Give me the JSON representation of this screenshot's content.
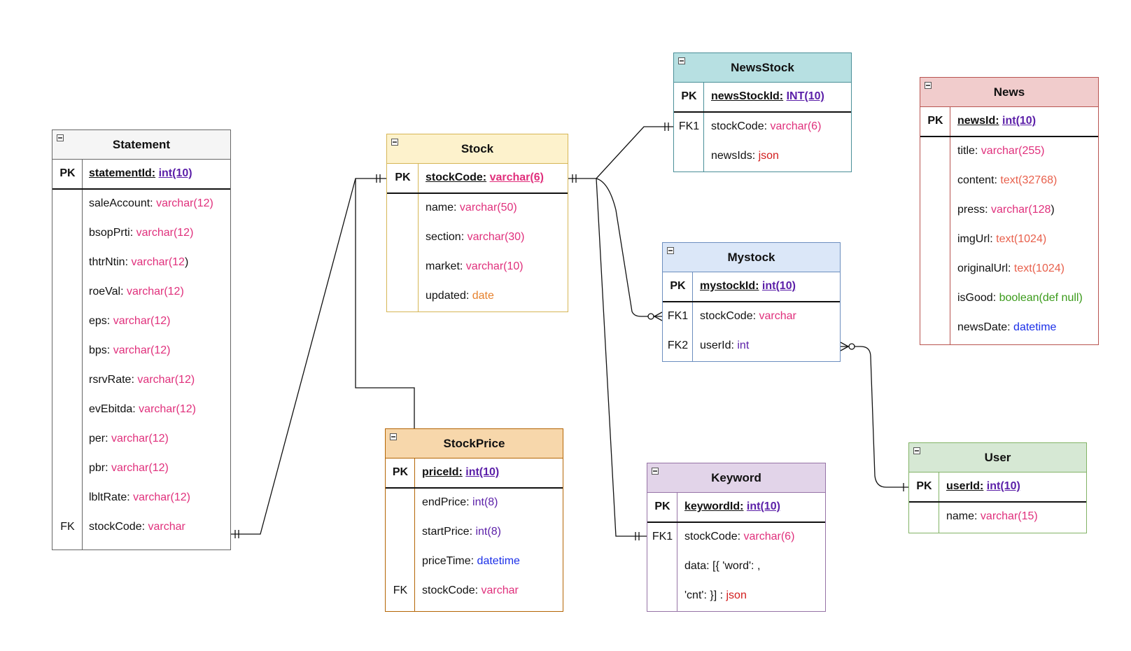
{
  "entities": {
    "statement": {
      "title": "Statement",
      "header_color": "#f5f5f5",
      "border_color": "#666666",
      "pk": {
        "key": "PK",
        "name": "statementId:",
        "type": "int(10)"
      },
      "fields": [
        {
          "key": "",
          "name": "saleAccount:",
          "type": "varchar(12)"
        },
        {
          "key": "",
          "name": "bsopPrti:",
          "type": "varchar(12)"
        },
        {
          "key": "",
          "name": "thtrNtin:",
          "type": "varchar(12",
          "suffix": ")"
        },
        {
          "key": "",
          "name": "roeVal:",
          "type": "varchar(12)"
        },
        {
          "key": "",
          "name": "eps:",
          "type": "varchar(12)"
        },
        {
          "key": "",
          "name": "bps:",
          "type": "varchar(12)"
        },
        {
          "key": "",
          "name": "rsrvRate:",
          "type": "varchar(12)"
        },
        {
          "key": "",
          "name": "evEbitda:",
          "type": "varchar(12)"
        },
        {
          "key": "",
          "name": "per:",
          "type": "varchar(12)"
        },
        {
          "key": "",
          "name": "pbr:",
          "type": "varchar(12)"
        },
        {
          "key": "",
          "name": "lbltRate:",
          "type": "varchar(12)"
        },
        {
          "key": "FK",
          "name": "stockCode:",
          "type": "varchar"
        }
      ]
    },
    "stock": {
      "title": "Stock",
      "header_color": "#fdf2cc",
      "border_color": "#d6b656",
      "pk": {
        "key": "PK",
        "name": "stockCode:",
        "type": "varchar(6)"
      },
      "fields": [
        {
          "key": "",
          "name": "name:",
          "type": "varchar(50)"
        },
        {
          "key": "",
          "name": "section:",
          "type": "varchar(30)"
        },
        {
          "key": "",
          "name": "market:",
          "type": "varchar(10)"
        },
        {
          "key": "",
          "name": "updated:",
          "type": "date"
        }
      ]
    },
    "stockprice": {
      "title": "StockPrice",
      "header_color": "#f7d7ab",
      "border_color": "#b46504",
      "pk": {
        "key": "PK",
        "name": "priceId:",
        "type": "int(10)"
      },
      "fields": [
        {
          "key": "",
          "name": "endPrice:",
          "type": "int(8)"
        },
        {
          "key": "",
          "name": "startPrice:",
          "type": "int(8)"
        },
        {
          "key": "",
          "name": "priceTime:",
          "type": "datetime"
        },
        {
          "key": "FK",
          "name": "stockCode:",
          "type": "varchar"
        }
      ]
    },
    "newsstock": {
      "title": "NewsStock",
      "header_color": "#b7e0e2",
      "border_color": "#4a8f98",
      "pk": {
        "key": "PK",
        "name": "newsStockId:",
        "type": "INT(10)"
      },
      "fields": [
        {
          "key": "FK1",
          "name": "stockCode:",
          "type": "varchar(6)"
        },
        {
          "key": "",
          "name": "newsIds:",
          "type": "json"
        }
      ]
    },
    "mystock": {
      "title": "Mystock",
      "header_color": "#dbe7f8",
      "border_color": "#6c8ebf",
      "pk": {
        "key": "PK",
        "name": "mystockId:",
        "type": "int(10)"
      },
      "fields": [
        {
          "key": "FK1",
          "name": "stockCode:",
          "type": "varchar"
        },
        {
          "key": "FK2",
          "name": "userId:",
          "type": "int"
        }
      ]
    },
    "keyword": {
      "title": "Keyword",
      "header_color": "#e2d4e9",
      "border_color": "#9673a6",
      "pk": {
        "key": "PK",
        "name": "keywordId:",
        "type": "int(10)"
      },
      "fields": [
        {
          "key": "FK1",
          "name": "stockCode:",
          "type": "varchar(6)"
        },
        {
          "key": "",
          "name": "data: [{  'word': ,",
          "type": ""
        },
        {
          "key": "",
          "name": " 'cnt': }] :",
          "type": "json"
        }
      ]
    },
    "news": {
      "title": "News",
      "header_color": "#f1cccc",
      "border_color": "#b85450",
      "pk": {
        "key": "PK",
        "name": "newsId:",
        "type": "int(10)"
      },
      "fields": [
        {
          "key": "",
          "name": "title:",
          "type": "varchar(255)"
        },
        {
          "key": "",
          "name": "content:",
          "type": "text(32768)"
        },
        {
          "key": "",
          "name": "press:",
          "type": "varchar(128",
          "suffix": ")"
        },
        {
          "key": "",
          "name": "imgUrl:",
          "type": "text(1024)"
        },
        {
          "key": "",
          "name": "originalUrl:",
          "type": "text(1024)"
        },
        {
          "key": "",
          "name": "isGood:",
          "type": "boolean(def null)"
        },
        {
          "key": "",
          "name": "newsDate:",
          "type": "datetime"
        }
      ]
    },
    "user": {
      "title": "User",
      "header_color": "#d6e8d4",
      "border_color": "#82b366",
      "pk": {
        "key": "PK",
        "name": "userId:",
        "type": "int(10)"
      },
      "fields": [
        {
          "key": "",
          "name": "name:",
          "type": "varchar(15)"
        }
      ]
    }
  }
}
